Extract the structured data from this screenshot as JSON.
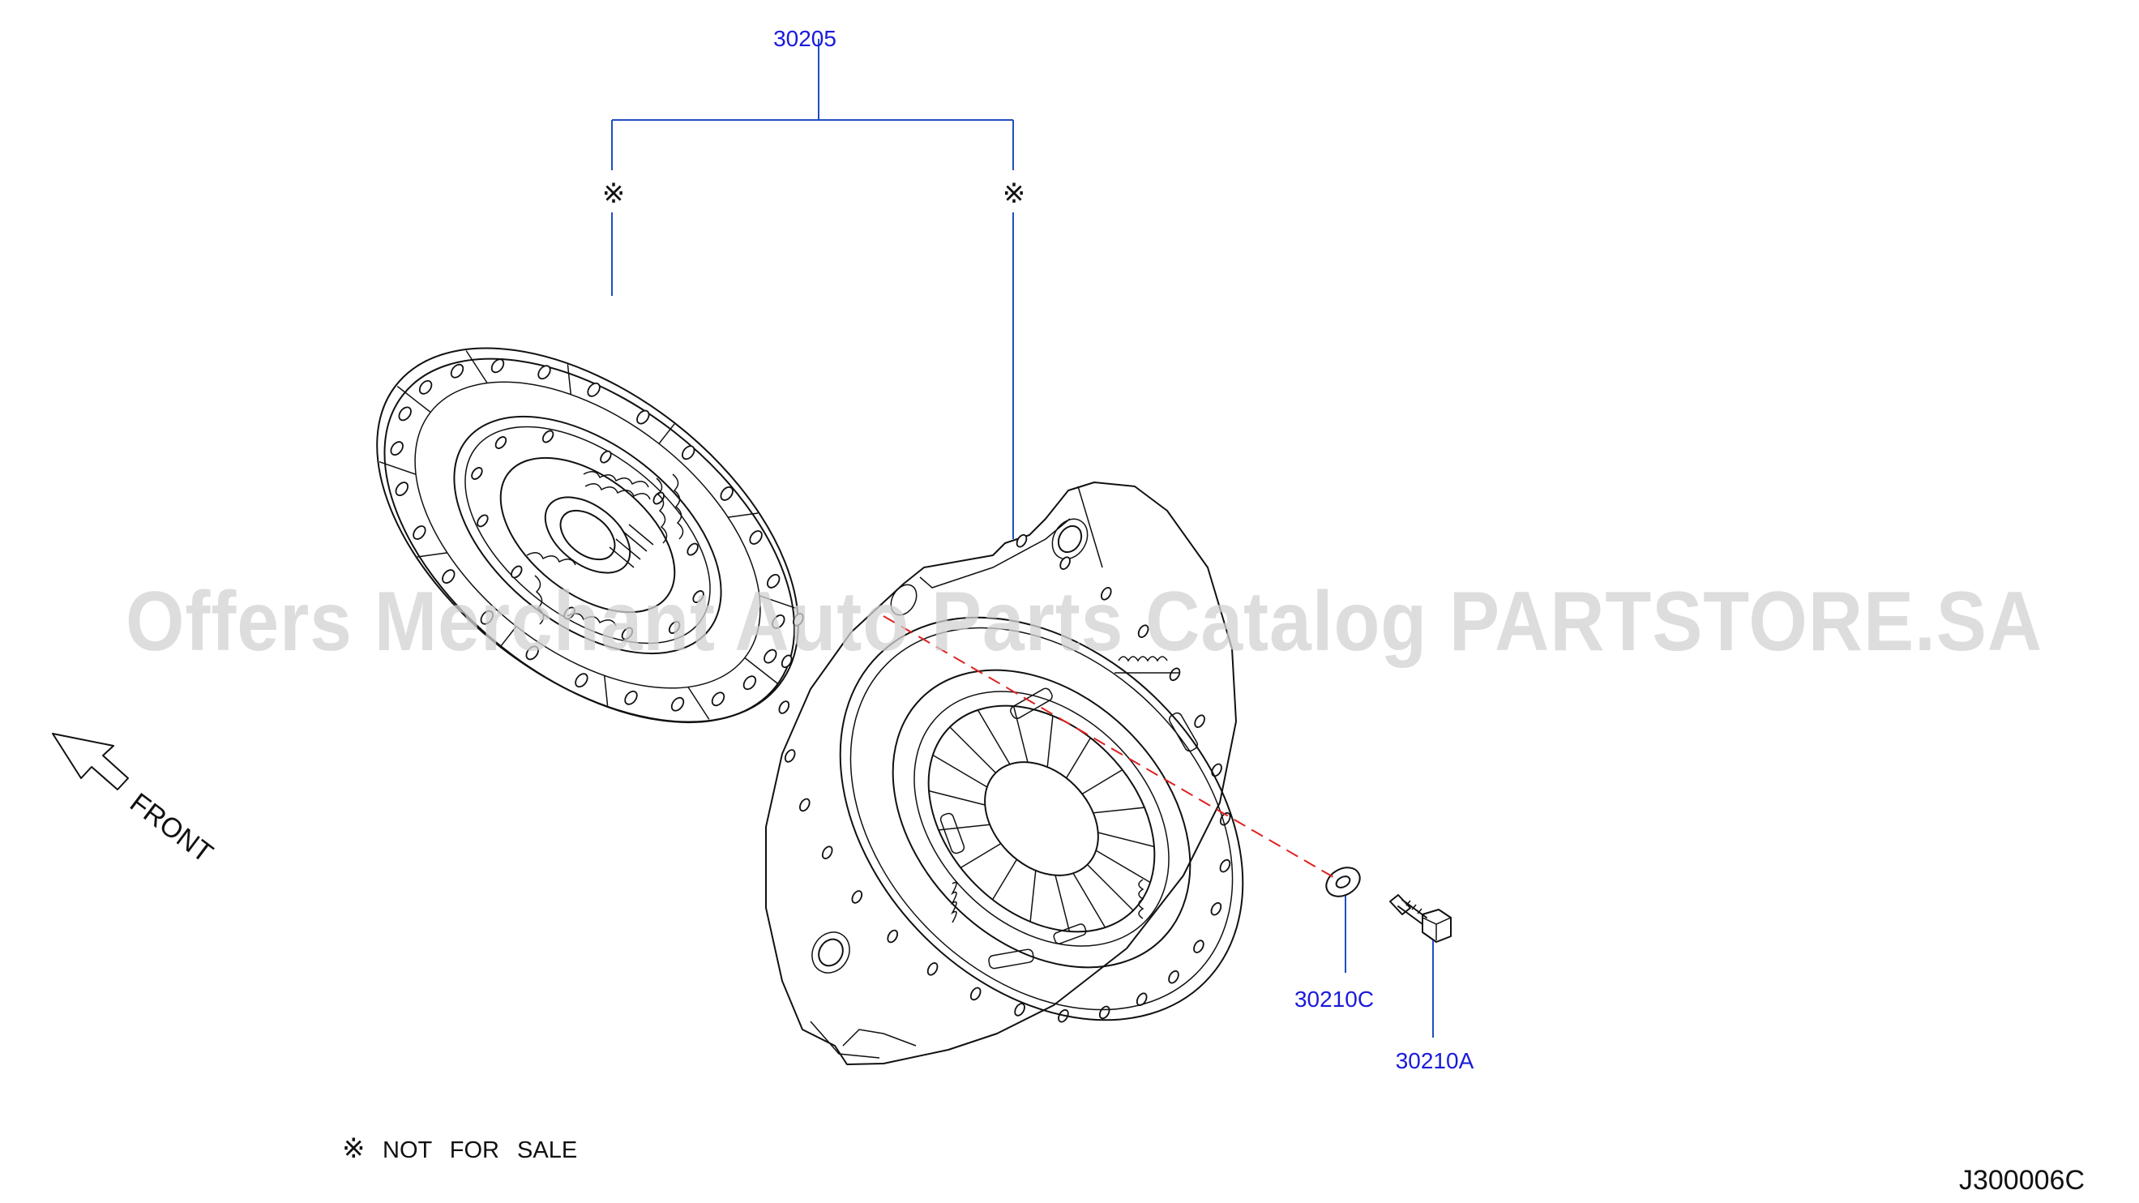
{
  "diagram": {
    "callouts": [
      {
        "id": "clutch-kit",
        "label": "30205"
      },
      {
        "id": "washer",
        "label": "30210C"
      },
      {
        "id": "bolt",
        "label": "30210A"
      }
    ],
    "not_for_sale_mark": "※",
    "direction_label": "FRONT",
    "legend": {
      "mark": "※",
      "text": "NOT FOR SALE"
    },
    "drawing_code": "J300006C",
    "watermark": "Offers Merchant Auto Parts Catalog PARTSTORE.SA",
    "colors": {
      "callout_text": "#1a1adc",
      "leader_line": "#1f4fbf",
      "axis_line": "#e02020",
      "line_art": "#111111",
      "watermark": "#d2d2d2"
    }
  }
}
